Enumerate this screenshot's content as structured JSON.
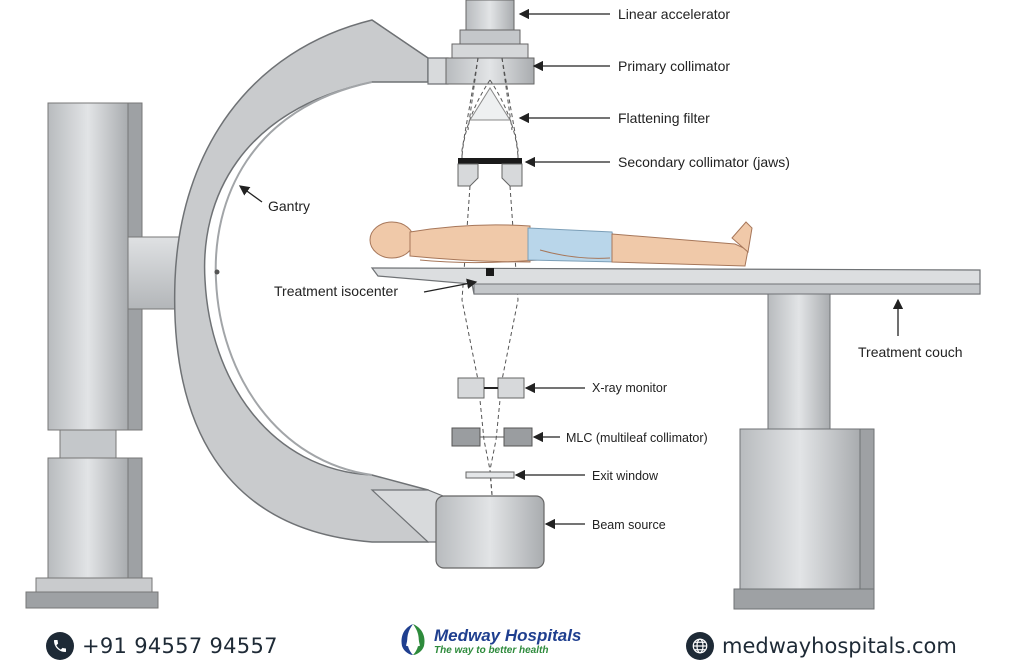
{
  "labels": {
    "linear_accelerator": "Linear accelerator",
    "primary_collimator": "Primary collimator",
    "flattening_filter": "Flattening filter",
    "secondary_collimator": "Secondary collimator (jaws)",
    "gantry": "Gantry",
    "treatment_isocenter": "Treatment isocenter",
    "treatment_couch": "Treatment couch",
    "xray_monitor": "X-ray monitor",
    "mlc": "MLC (multileaf collimator)",
    "exit_window": "Exit window",
    "beam_source": "Beam source"
  },
  "footer": {
    "phone": "+91 94557 94557",
    "brand_name": "Medway Hospitals",
    "brand_tagline": "The way to better health",
    "website": "medwayhospitals.com"
  },
  "colors": {
    "machine_gray": "#c9cbcd",
    "machine_dark": "#8e9194",
    "brand_blue": "#1f3f8f",
    "brand_green": "#2e8b3c",
    "footer_icon": "#1e2a36"
  },
  "icons": [
    "phone-icon",
    "globe-icon",
    "medway-logo-icon"
  ]
}
